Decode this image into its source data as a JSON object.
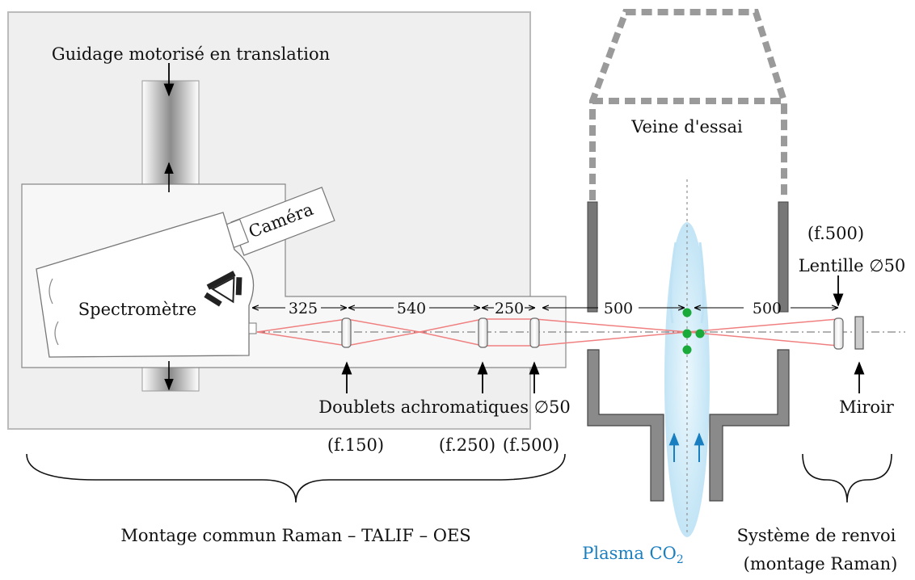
{
  "labels": {
    "guidage": "Guidage motorisé en translation",
    "veine": "Veine d'essai",
    "camera": "Caméra",
    "spectrometre": "Spectromètre",
    "lentille_focal": "(f.500)",
    "lentille": "Lentille ∅50",
    "doublets": "Doublets achromatiques ∅50",
    "miroir": "Miroir",
    "f150": "(f.150)",
    "f250": "(f.250)",
    "f500": "(f.500)",
    "montage_commun": "Montage commun Raman – TALIF – OES",
    "plasma_text": "Plasma CO",
    "plasma_subscript": "2",
    "systeme_line1": "Système de renvoi",
    "systeme_line2": "(montage Raman)"
  },
  "dimensions": {
    "d1": "325",
    "d2": "540",
    "d3": "250",
    "d4": "500",
    "d5": "500"
  },
  "colors": {
    "beam": "#f08080",
    "plasma": "#bfe3f5",
    "plasma_text": "#1a7fc1",
    "focus_points": "#1aaa3a",
    "wall": "#8a8a8a",
    "frame": "#bbbbbb"
  }
}
